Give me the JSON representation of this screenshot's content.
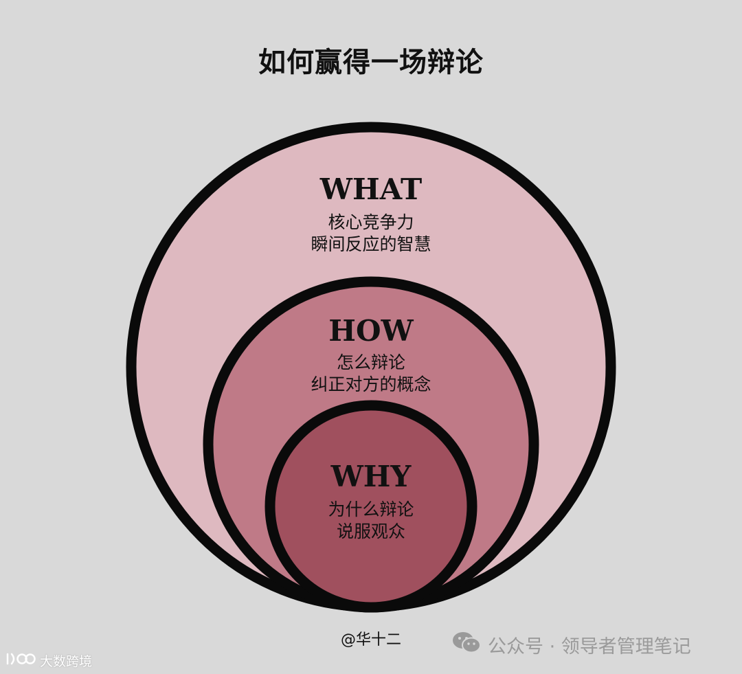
{
  "title": "如何赢得一场辩论",
  "colors": {
    "background": "#d9d9d9",
    "outer_fill": "#deb9c0",
    "middle_fill": "#bf7a87",
    "inner_fill": "#a0505e",
    "outline": "#0a0a0a",
    "text": "#111111",
    "watermark": "#9a9a9a"
  },
  "circles": [
    {
      "id": "what",
      "heading": "WHAT",
      "lines": [
        "核心竞争力",
        "瞬间反应的智慧"
      ]
    },
    {
      "id": "how",
      "heading": "HOW",
      "lines": [
        "怎么辩论",
        "纠正对方的概念"
      ]
    },
    {
      "id": "why",
      "heading": "WHY",
      "lines": [
        "为什么辩论",
        "说服观众"
      ]
    }
  ],
  "credit": "@华十二",
  "watermark_right": {
    "icon": "wechat-icon",
    "text": "公众号 · 领导者管理笔记"
  },
  "watermark_left": {
    "icon": "logo-icon",
    "text": "大数跨境"
  }
}
